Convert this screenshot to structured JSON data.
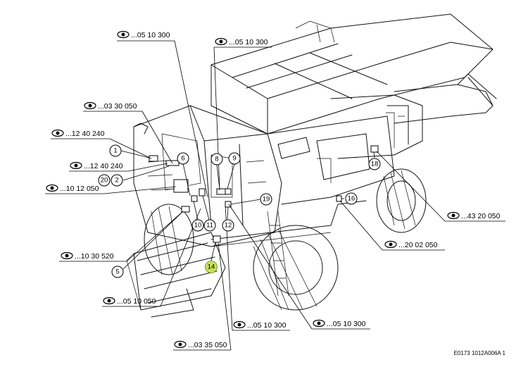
{
  "references": [
    {
      "id": "r1",
      "text": "...05 10 300"
    },
    {
      "id": "r2",
      "text": "...05 10 300"
    },
    {
      "id": "r3",
      "text": "...03 30 050"
    },
    {
      "id": "r4",
      "text": "...12 40 240"
    },
    {
      "id": "r5",
      "text": "...12 40 240"
    },
    {
      "id": "r6",
      "text": "...10 12 050"
    },
    {
      "id": "r7",
      "text": "...10 30 520"
    },
    {
      "id": "r8",
      "text": "...05 10 050"
    },
    {
      "id": "r9",
      "text": "...05 10 300"
    },
    {
      "id": "r10",
      "text": "...05 10 300"
    },
    {
      "id": "r11",
      "text": "...03 35 050"
    },
    {
      "id": "r12",
      "text": "...43 20 050"
    },
    {
      "id": "r13",
      "text": "...20 02 050"
    }
  ],
  "callouts": [
    {
      "id": "c1",
      "label": "1"
    },
    {
      "id": "c2",
      "label": "2"
    },
    {
      "id": "c5",
      "label": "5"
    },
    {
      "id": "c6",
      "label": "6"
    },
    {
      "id": "c8",
      "label": "8"
    },
    {
      "id": "c9",
      "label": "9"
    },
    {
      "id": "c10",
      "label": "10"
    },
    {
      "id": "c11",
      "label": "11"
    },
    {
      "id": "c12",
      "label": "12"
    },
    {
      "id": "c14",
      "label": "14"
    },
    {
      "id": "c16",
      "label": "16"
    },
    {
      "id": "c18",
      "label": "18"
    },
    {
      "id": "c19",
      "label": "19"
    },
    {
      "id": "c20",
      "label": "20"
    }
  ],
  "highlight_color": "#c8e05a",
  "drawing_code": "E0173 1012A006A 1"
}
